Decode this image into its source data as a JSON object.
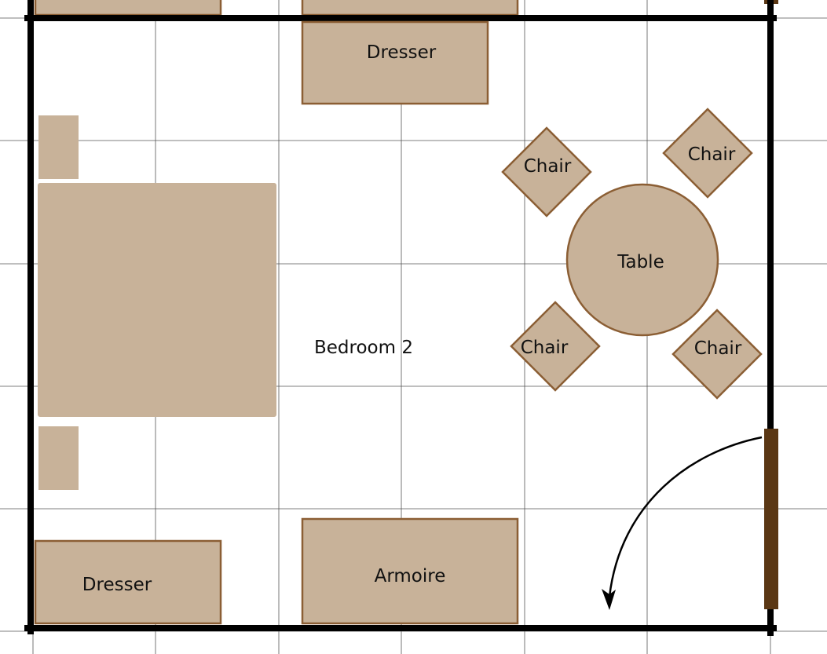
{
  "colors": {
    "background": "#ffffff",
    "grid_line": "#555555",
    "wall": "#000000",
    "furniture_fill": "#c8b299",
    "furniture_stroke": "#8b5e34",
    "bed_fill": "#c8b299",
    "door": "#5a3714",
    "swing_arrow": "#000000"
  },
  "room": {
    "label": "Bedroom 2"
  },
  "furniture": {
    "dresser_top": "Dresser",
    "dresser_bottom": "Dresser",
    "armoire": "Armoire",
    "table": "Table",
    "chair_upper_left": "Chair",
    "chair_upper_right": "Chair",
    "chair_lower_left": "Chair",
    "chair_lower_right": "Chair"
  }
}
